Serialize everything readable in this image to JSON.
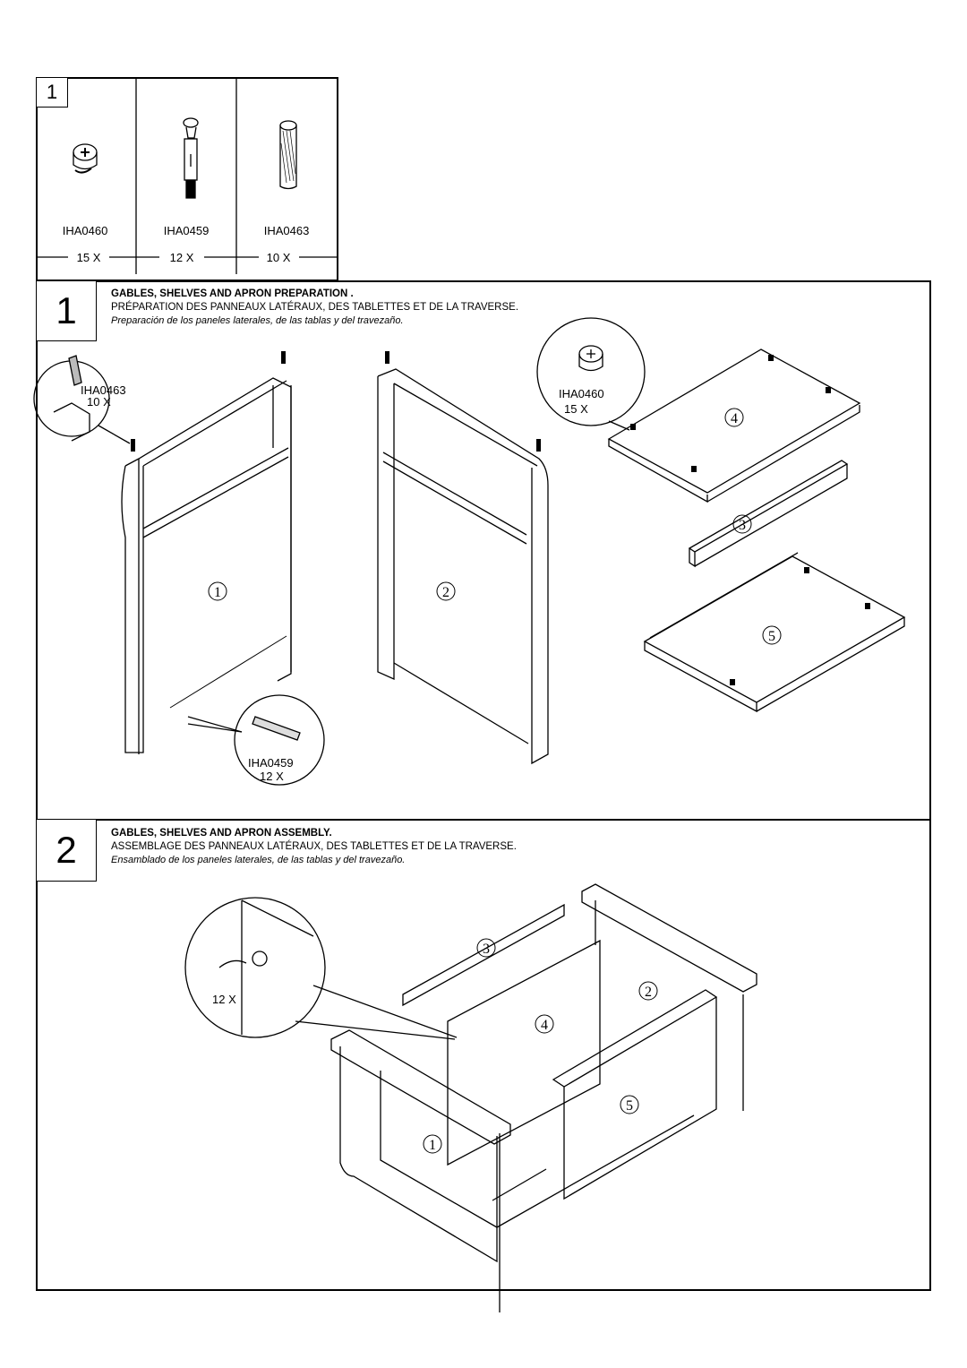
{
  "parts": {
    "number": "1",
    "items": [
      {
        "code": "IHA0460",
        "qty": "15 X",
        "icon": "cam-lock-icon"
      },
      {
        "code": "IHA0459",
        "qty": "12 X",
        "icon": "cam-bolt-icon"
      },
      {
        "code": "IHA0463",
        "qty": "10 X",
        "icon": "wood-dowel-icon"
      }
    ]
  },
  "step1": {
    "number": "1",
    "title_en": "GABLES, SHELVES AND APRON PREPARATION .",
    "title_fr": "PRÉPARATION DES PANNEAUX LATÉRAUX, DES TABLETTES ET DE LA TRAVERSE.",
    "title_es": "Preparación de los paneles laterales, de las tablas y del travezaño.",
    "callouts": {
      "dowel_code": "IHA0463",
      "dowel_qty": "10 X",
      "cam_code": "IHA0460",
      "cam_qty": "15 X",
      "bolt_code": "IHA0459",
      "bolt_qty": "12 X"
    },
    "panel_labels": [
      "1",
      "2",
      "3",
      "4",
      "5"
    ]
  },
  "step2": {
    "number": "2",
    "title_en": "GABLES, SHELVES AND APRON ASSEMBLY.",
    "title_fr": "ASSEMBLAGE DES PANNEAUX LATÉRAUX, DES TABLETTES ET DE LA TRAVERSE.",
    "title_es": "Ensamblado de los paneles laterales, de las tablas y del travezaño.",
    "callout_qty": "12 X",
    "panel_labels": [
      "1",
      "2",
      "3",
      "4",
      "5"
    ]
  }
}
